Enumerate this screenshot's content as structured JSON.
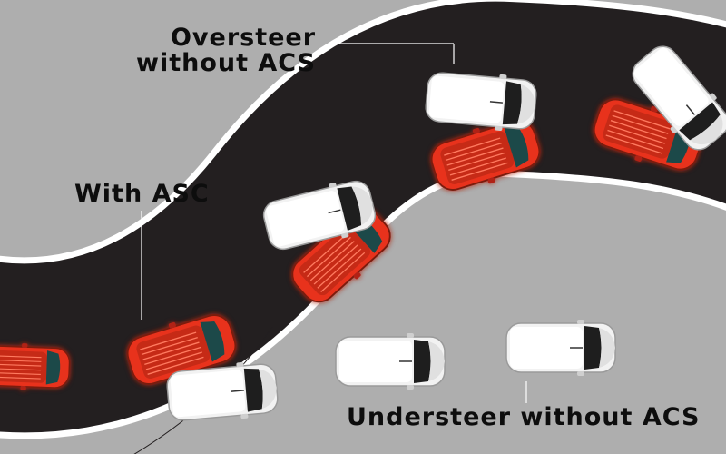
{
  "labels": {
    "oversteer_line1": "Oversteer",
    "oversteer_line2": "without ACS",
    "with_asc": "With ASC",
    "understeer": "Understeer without ACS"
  },
  "colors": {
    "background": "#aeaeae",
    "road": "#231f20",
    "road_edge": "#ffffff",
    "car_red": "#e8331f",
    "car_white": "#f2f2f2",
    "text": "#0d0d0d"
  }
}
